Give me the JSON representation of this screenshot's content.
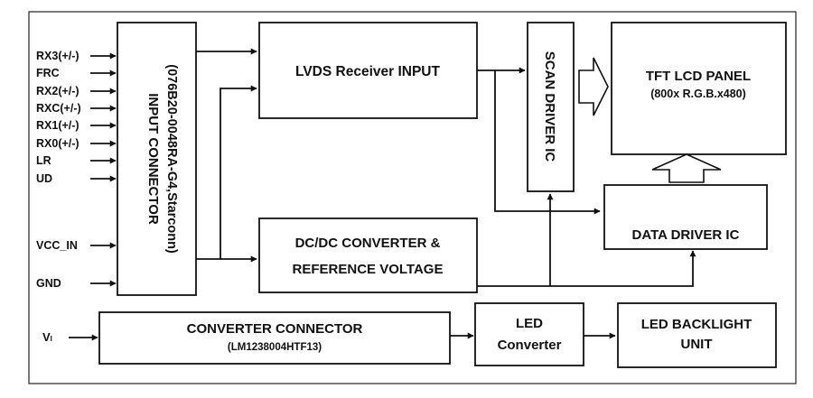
{
  "signals": [
    "RX3(+/-)",
    "FRC",
    "RX2(+/-)",
    "RXC(+/-)",
    "RX1(+/-)",
    "RX0(+/-)",
    "LR",
    "UD",
    "VCC_IN",
    "GND"
  ],
  "vi": {
    "main": "V",
    "sub": "I"
  },
  "input_connector": {
    "line1": "INPUT CONNECTOR",
    "line2": "(076B20-0048RA-G4,Starconn)"
  },
  "lvds": {
    "label": "LVDS Receiver INPUT"
  },
  "dcdc": {
    "line1": "DC/DC CONVERTER &",
    "line2": "REFERENCE VOLTAGE"
  },
  "scan_driver": {
    "label": "SCAN DRIVER IC"
  },
  "tft_panel": {
    "line1": "TFT LCD PANEL",
    "line2": "(800x R.G.B.x480)"
  },
  "data_driver": {
    "label": "DATA DRIVER IC"
  },
  "converter_connector": {
    "line1": "CONVERTER CONNECTOR",
    "line2": "(LM1238004HTF13)"
  },
  "led_converter": {
    "line1": "LED",
    "line2": "Converter"
  },
  "led_backlight": {
    "line1": "LED BACKLIGHT",
    "line2": "UNIT"
  }
}
